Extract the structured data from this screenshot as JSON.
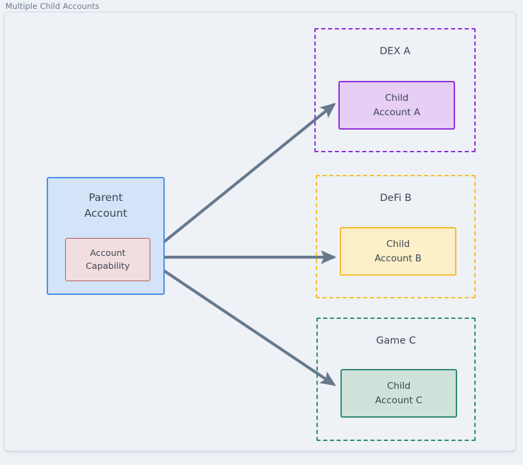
{
  "frame": {
    "title": "Multiple Child Accounts"
  },
  "colors": {
    "background": "#eef1f5",
    "frame_border": "#d3dbe3",
    "title_text": "#6b7a8c",
    "node_text": "#3b4652",
    "arrow": "#66788c",
    "parent_fill": "#d3e3f8",
    "parent_border": "#4a90e2",
    "capability_fill": "#f3dedf",
    "capability_border": "#b5585b",
    "dex_a": "#8b2fd6",
    "dex_a_fill": "#e7cef5",
    "defi_b": "#f5bd2c",
    "defi_b_fill": "#fdefc8",
    "game_c": "#2d8a72",
    "game_c_fill": "#cfe3da"
  },
  "parent": {
    "label": "Parent\nAccount",
    "capability_label": "Account\nCapability"
  },
  "groups": [
    {
      "id": "dex-a",
      "title": "DEX A",
      "child_label": "Child\nAccount A",
      "border_color": "#8b2fd6",
      "child_fill": "#e7cef5"
    },
    {
      "id": "defi-b",
      "title": "DeFi B",
      "child_label": "Child\nAccount B",
      "border_color": "#f5bd2c",
      "child_fill": "#fdefc8"
    },
    {
      "id": "game-c",
      "title": "Game C",
      "child_label": "Child\nAccount C",
      "border_color": "#2d8a72",
      "child_fill": "#cfe3da"
    }
  ],
  "arrows": [
    {
      "id": "arrow-to-child-a",
      "from": "account-capability",
      "to": "child-account-a"
    },
    {
      "id": "arrow-to-child-b",
      "from": "account-capability",
      "to": "child-account-b"
    },
    {
      "id": "arrow-to-child-c",
      "from": "account-capability",
      "to": "child-account-c"
    }
  ]
}
